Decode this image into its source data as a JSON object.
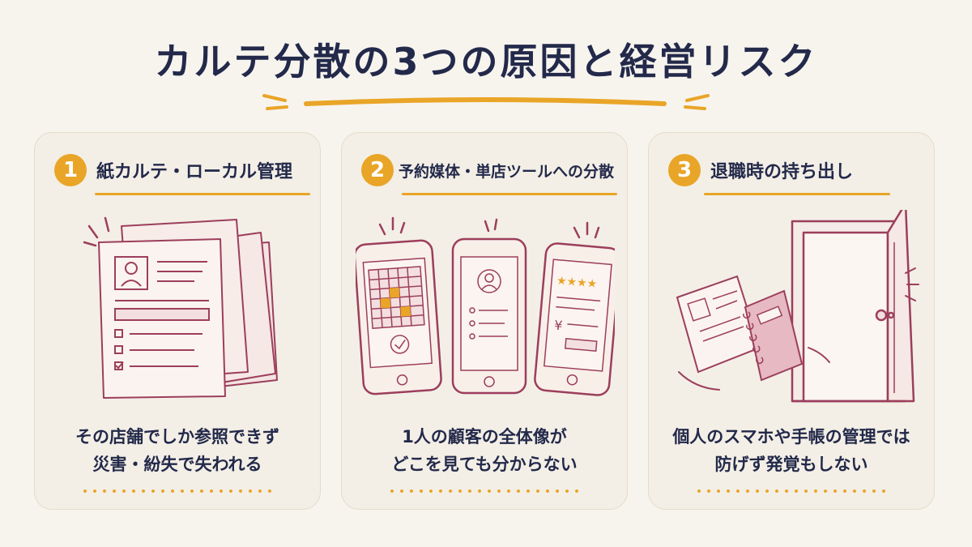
{
  "title": "カルテ分散の3つの原因と経営リスク",
  "colors": {
    "background": "#f7f4ee",
    "accent": "#e9a527",
    "text": "#23294a",
    "illustration": "#9c3e5c"
  },
  "cards": [
    {
      "number": "1",
      "title": "紙カルテ・ローカル管理",
      "icon": "paper-records-icon",
      "desc_line1": "その店舗でしか参照できず",
      "desc_line2": "災害・紛失で失われる"
    },
    {
      "number": "2",
      "title": "予約媒体・単店ツールへの分散",
      "icon": "multiple-phones-icon",
      "desc_line1": "1人の顧客の全体像が",
      "desc_line2": "どこを見ても分からない"
    },
    {
      "number": "3",
      "title": "退職時の持ち出し",
      "icon": "open-door-icon",
      "desc_line1": "個人のスマホや手帳の管理では",
      "desc_line2": "防げず発覚もしない"
    }
  ],
  "phone_review_icon": "yen-icon"
}
